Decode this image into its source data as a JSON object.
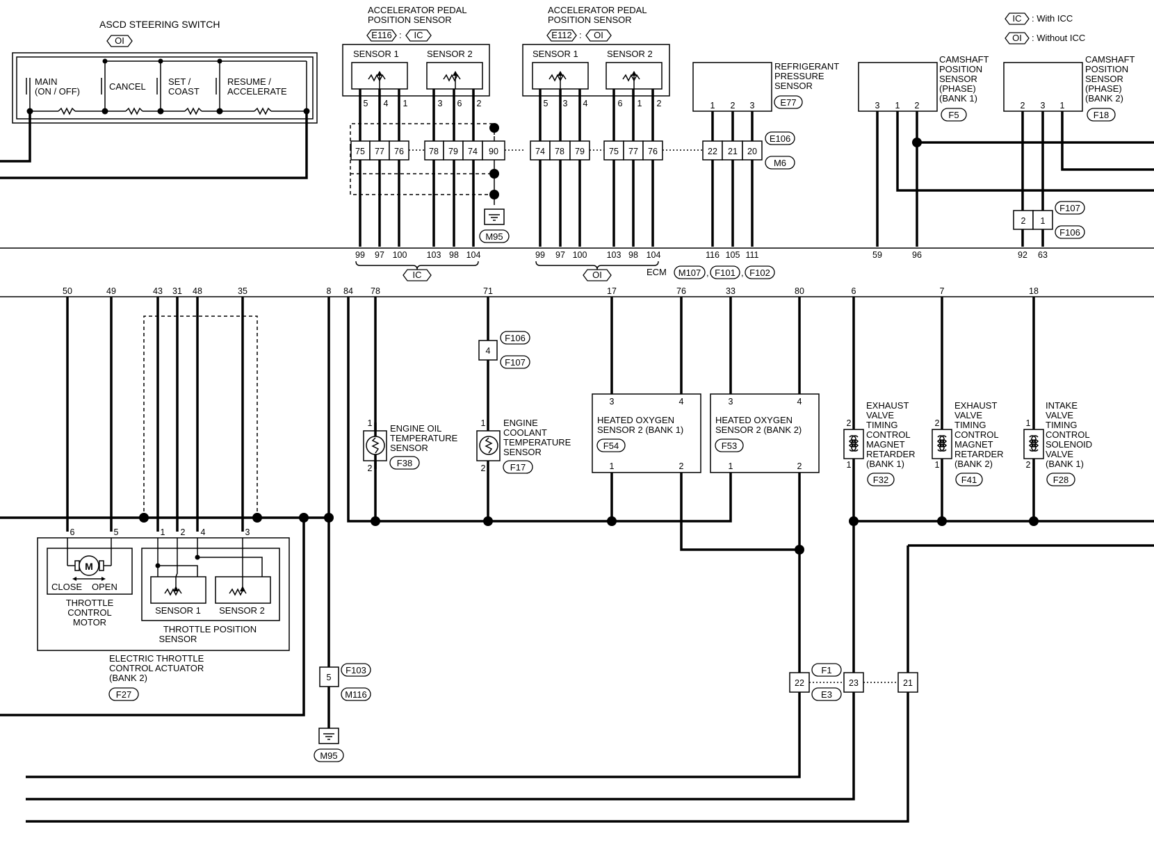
{
  "legend": {
    "ic_tag": "IC",
    "ic_text": ": With ICC",
    "oi_tag": "OI",
    "oi_text": ": Without ICC"
  },
  "ascd_switch": {
    "title": "ASCD STEERING SWITCH",
    "tag": "OI",
    "main": [
      "MAIN",
      "(ON / OFF)"
    ],
    "cancel": "CANCEL",
    "set": [
      "SET /",
      "COAST"
    ],
    "resume": [
      "RESUME /",
      "ACCELERATE"
    ]
  },
  "app1": {
    "title": [
      "ACCELERATOR PEDAL",
      "POSITION SENSOR"
    ],
    "connector": "E116",
    "tag": "IC",
    "sensor1": "SENSOR 1",
    "sensor2": "SENSOR 2",
    "pins1": [
      "5",
      "4",
      "1"
    ],
    "pins2": [
      "3",
      "6",
      "2"
    ],
    "terms": [
      "75",
      "77",
      "76",
      "78",
      "79",
      "74",
      "90"
    ],
    "ground": "M95"
  },
  "app2": {
    "title": [
      "ACCELERATOR PEDAL",
      "POSITION SENSOR"
    ],
    "connector": "E112",
    "tag": "OI",
    "sensor1": "SENSOR 1",
    "sensor2": "SENSOR 2",
    "pins1": [
      "5",
      "3",
      "4"
    ],
    "pins2": [
      "6",
      "1",
      "2"
    ],
    "terms": [
      "74",
      "78",
      "79",
      "75",
      "77",
      "76"
    ]
  },
  "refrigerant": {
    "title": [
      "REFRIGERANT",
      "PRESSURE",
      "SENSOR"
    ],
    "connector": "E77",
    "pins": [
      "1",
      "2",
      "3"
    ],
    "terms": [
      "22",
      "21",
      "20"
    ],
    "conn_a": "E106",
    "conn_b": "M6"
  },
  "cam1": {
    "title": [
      "CAMSHAFT",
      "POSITION",
      "SENSOR",
      "(PHASE)",
      "(BANK 1)"
    ],
    "connector": "F5",
    "pins": [
      "3",
      "1",
      "2"
    ]
  },
  "cam2": {
    "title": [
      "CAMSHAFT",
      "POSITION",
      "SENSOR",
      "(PHASE)",
      "(BANK 2)"
    ],
    "connector": "F18",
    "pins": [
      "2",
      "3",
      "1"
    ],
    "terms": [
      "2",
      "1"
    ],
    "conn_a": "F107",
    "conn_b": "F106"
  },
  "ecm_upper": {
    "app1_pins": [
      "99",
      "97",
      "100",
      "103",
      "98",
      "104"
    ],
    "ic_tag": "IC",
    "app2_pins": [
      "99",
      "97",
      "100",
      "103",
      "98",
      "104"
    ],
    "oi_tag": "OI",
    "ref_pins": [
      "116",
      "105",
      "111"
    ],
    "ecm_label": "ECM",
    "ecm_conns": [
      "M107",
      "F101",
      "F102"
    ],
    "cam_pins": [
      "59",
      "96",
      "92",
      "63"
    ]
  },
  "ecm_lower_pins": [
    "50",
    "49",
    "43",
    "31",
    "48",
    "35",
    "8",
    "84",
    "78",
    "71",
    "17",
    "76",
    "33",
    "80",
    "6",
    "7",
    "18"
  ],
  "throttle": {
    "pins": [
      "6",
      "5",
      "1",
      "2",
      "4",
      "3"
    ],
    "motor_symbol": "M",
    "close": "CLOSE",
    "open": "OPEN",
    "motor_label": [
      "THROTTLE",
      "CONTROL",
      "MOTOR"
    ],
    "sensor1": "SENSOR 1",
    "sensor2": "SENSOR 2",
    "tps_label": [
      "THROTTLE POSITION",
      "SENSOR"
    ],
    "actuator_label": [
      "ELECTRIC THROTTLE",
      "CONTROL ACTUATOR",
      "(BANK 2)"
    ],
    "connector": "F27"
  },
  "ground_lower": {
    "term": "5",
    "conn_a": "F103",
    "conn_b": "M116",
    "ground": "M95"
  },
  "joint_71": {
    "term": "4",
    "conn_a": "F106",
    "conn_b": "F107"
  },
  "eot": {
    "title": [
      "ENGINE OIL",
      "TEMPERATURE",
      "SENSOR"
    ],
    "connector": "F38",
    "pins": [
      "1",
      "2"
    ]
  },
  "ect": {
    "title": [
      "ENGINE",
      "COOLANT",
      "TEMPERATURE",
      "SENSOR"
    ],
    "connector": "F17",
    "pins": [
      "1",
      "2"
    ]
  },
  "ho2_1": {
    "title": [
      "HEATED OXYGEN",
      "SENSOR 2 (BANK 1)"
    ],
    "connector": "F54",
    "pins": [
      "3",
      "4",
      "1",
      "2"
    ]
  },
  "ho2_2": {
    "title": [
      "HEATED OXYGEN",
      "SENSOR 2 (BANK 2)"
    ],
    "connector": "F53",
    "pins": [
      "3",
      "4",
      "1",
      "2"
    ]
  },
  "evtc1": {
    "title": [
      "EXHAUST",
      "VALVE",
      "TIMING",
      "CONTROL",
      "MAGNET",
      "RETARDER",
      "(BANK 1)"
    ],
    "connector": "F32",
    "pins": [
      "2",
      "1"
    ]
  },
  "evtc2": {
    "title": [
      "EXHAUST",
      "VALVE",
      "TIMING",
      "CONTROL",
      "MAGNET",
      "RETARDER",
      "(BANK 2)"
    ],
    "connector": "F41",
    "pins": [
      "2",
      "1"
    ]
  },
  "ivtc": {
    "title": [
      "INTAKE",
      "VALVE",
      "TIMING",
      "CONTROL",
      "SOLENOID",
      "VALVE",
      "(BANK 1)"
    ],
    "connector": "F28",
    "pins": [
      "1",
      "2"
    ]
  },
  "joint_lower": {
    "terms": [
      "22",
      "23",
      "21"
    ],
    "conn_a": "F1",
    "conn_b": "E3"
  }
}
